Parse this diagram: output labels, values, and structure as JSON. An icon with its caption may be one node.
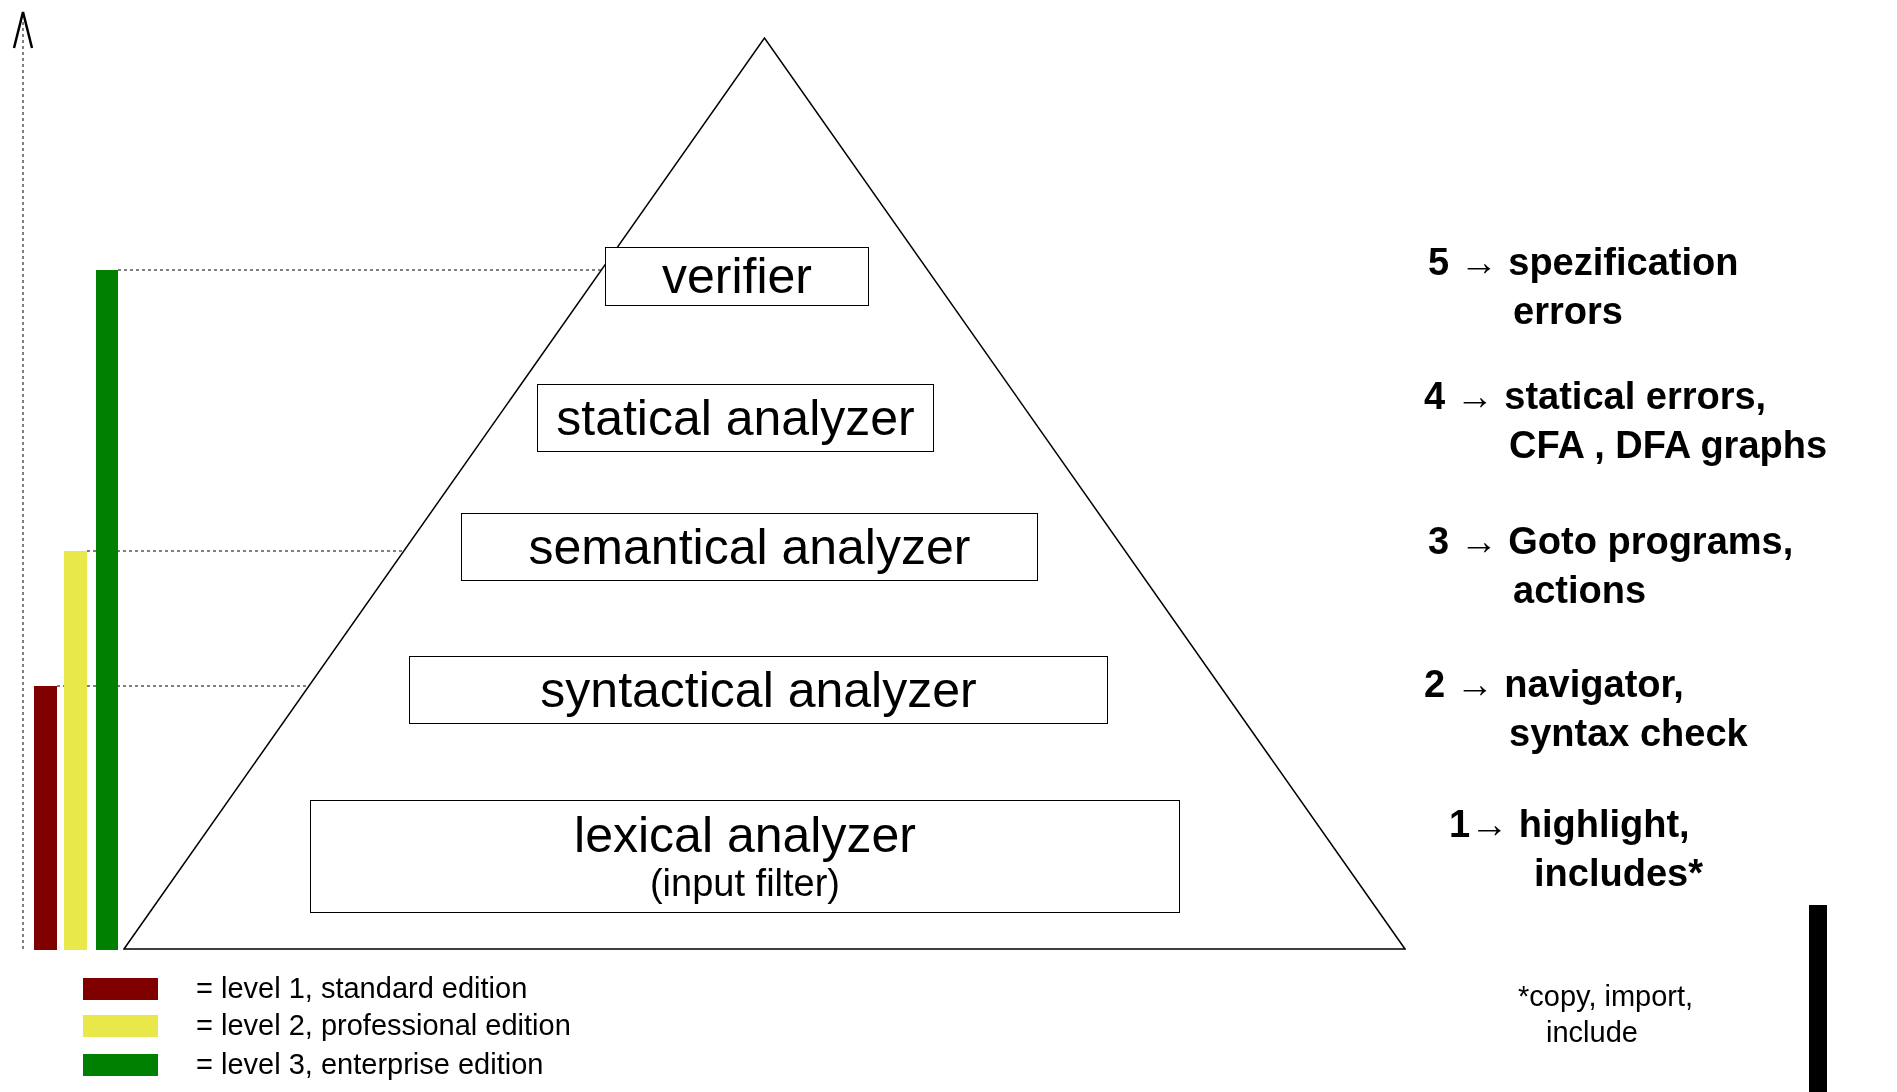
{
  "diagram": {
    "nodes": [
      {
        "text": [],
        "shape": "triangle"
      },
      {
        "text": [
          "verifier"
        ],
        "in": 0
      },
      {
        "text": [
          "statical analyzer"
        ],
        "in": 0
      },
      {
        "text": [
          "semantical analyzer"
        ],
        "in": 0
      },
      {
        "text": [
          "syntactical analyzer"
        ],
        "in": 0
      },
      {
        "text": [
          "lexical analyzer",
          "(input filter)"
        ],
        "in": 0
      },
      {
        "text": [],
        "shape": "bar"
      },
      {
        "text": [],
        "shape": "bar"
      },
      {
        "text": [],
        "shape": "bar"
      },
      {
        "text": [],
        "shape": "bar"
      }
    ],
    "edges": [
      {
        "from": 8,
        "to": 0,
        "arrow": "none",
        "style": "dashed"
      },
      {
        "from": 7,
        "to": 0,
        "arrow": "none",
        "style": "dashed"
      },
      {
        "from": 6,
        "to": 0,
        "arrow": "none",
        "style": "dashed"
      }
    ],
    "labels": [
      "5 → spezification errors",
      "4 → statical errors, CFA , DFA graphs",
      "3 → Goto programs, actions",
      "2 → navigator, syntax check",
      "1→ highlight, includes*",
      "*copy, import, include"
    ],
    "legend": [
      {
        "text": "= level 1, standard edition",
        "color": "#800000"
      },
      {
        "text": "= level 2, professional edition",
        "color": "#e8e84a"
      },
      {
        "text": "= level 3, enterprise edition",
        "color": "#008000"
      }
    ]
  }
}
